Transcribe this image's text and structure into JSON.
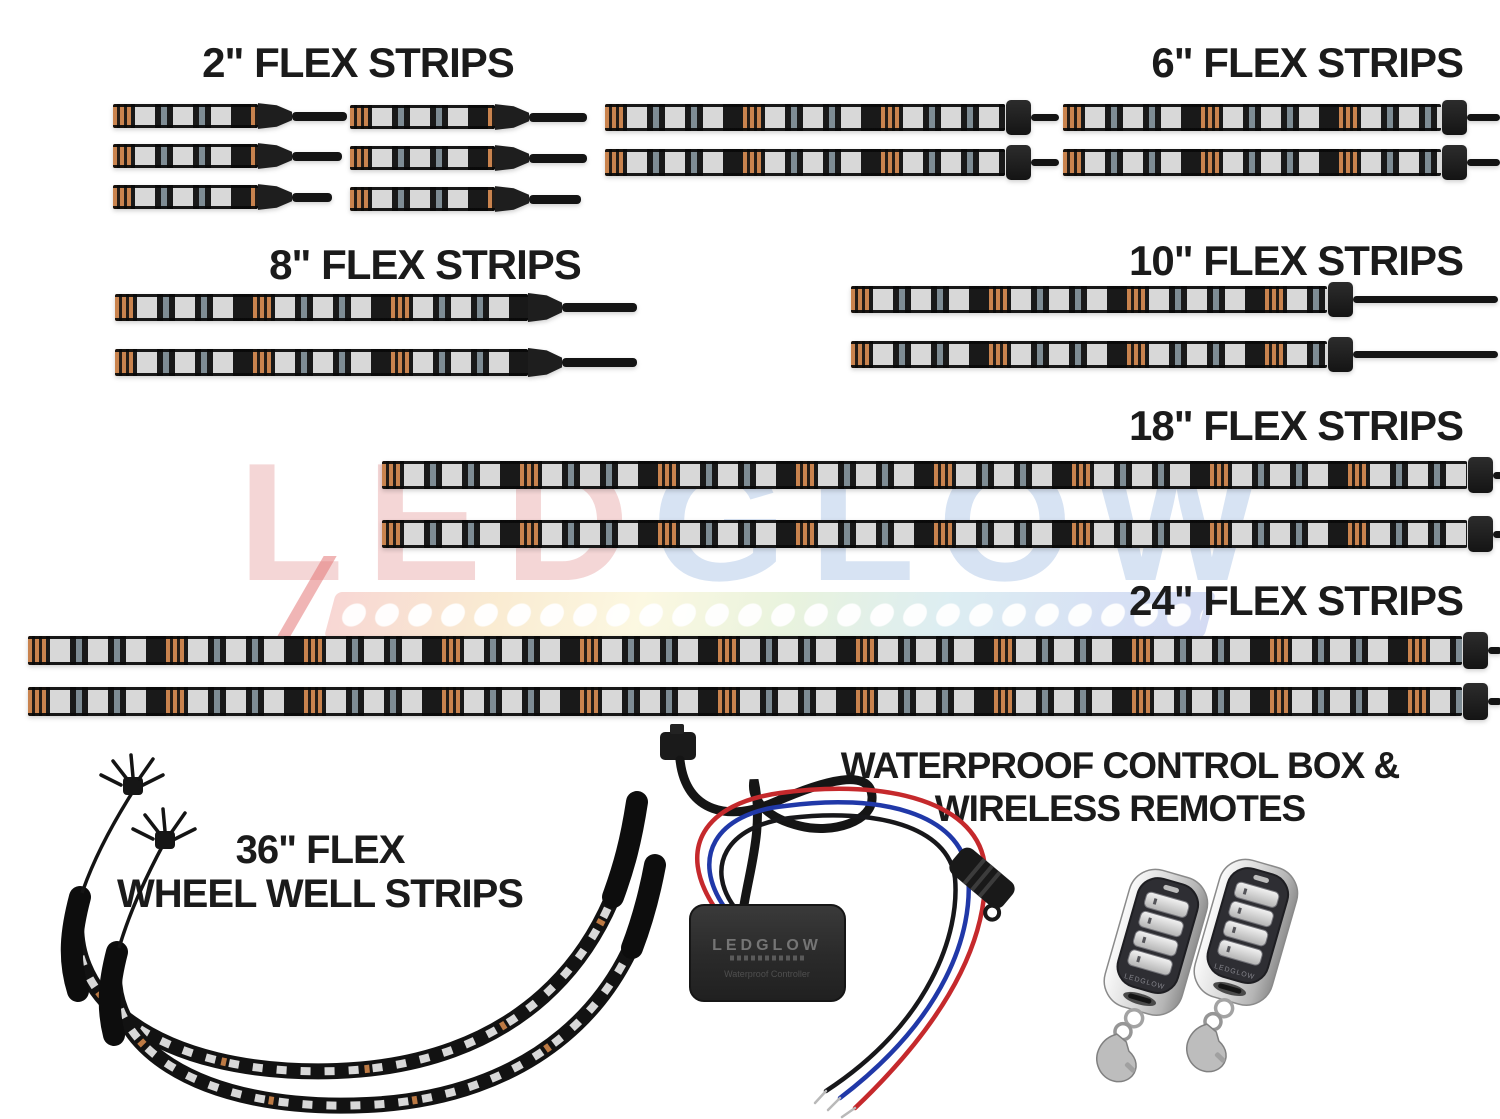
{
  "page": {
    "background": "#ffffff"
  },
  "watermark": {
    "brand_left": "LED",
    "brand_right": "GLOW",
    "color_left": "#eebdbd",
    "color_right": "#bfd2ec"
  },
  "sections": {
    "flex2": {
      "label": "2\" FLEX STRIPS",
      "count": 6
    },
    "flex6": {
      "label": "6\" FLEX STRIPS",
      "count": 4
    },
    "flex8": {
      "label": "8\" FLEX STRIPS",
      "count": 2
    },
    "flex10": {
      "label": "10\" FLEX STRIPS",
      "count": 2
    },
    "flex18": {
      "label": "18\" FLEX STRIPS",
      "count": 2
    },
    "flex24": {
      "label": "24\" FLEX STRIPS",
      "count": 2
    },
    "wheelwell": {
      "label_line1": "36\" FLEX",
      "label_line2": "WHEEL WELL STRIPS",
      "count": 2
    },
    "control": {
      "label_line1": "WATERPROOF CONTROL BOX &",
      "label_line2": "WIRELESS REMOTES",
      "box_brand": "LEDGLOW",
      "box_subtext": "Waterproof Controller",
      "remote_brand": "LEDGLOW",
      "remote_count": 2
    }
  },
  "colors": {
    "label_text": "#1b1b1b",
    "strip_body": "#191919",
    "led": "#d8d8d8",
    "copper": "#c9834e",
    "wire_red": "#c5292c",
    "wire_blue": "#2038a8",
    "wire_black": "#17171a",
    "remote_chrome": "#d2d2d2"
  }
}
